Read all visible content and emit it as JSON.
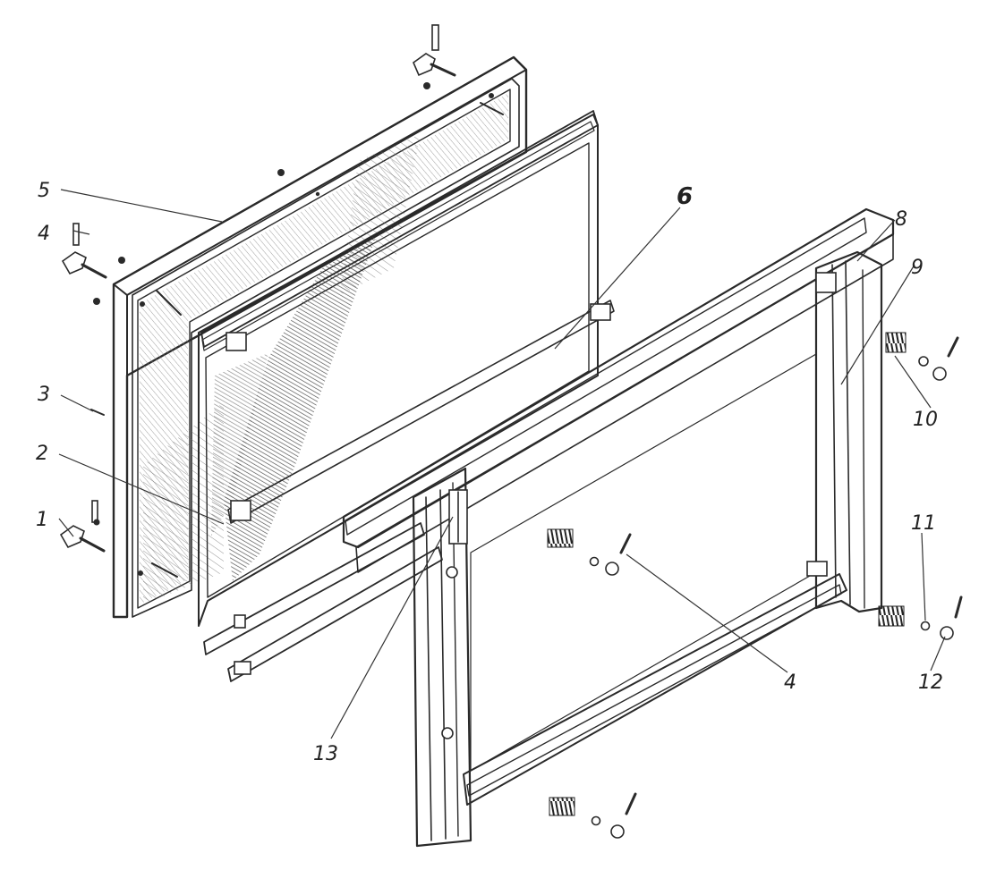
{
  "colors": {
    "ink": "#2a2a2a",
    "paper": "#ffffff"
  },
  "callouts": [
    {
      "id": "1",
      "label": "1"
    },
    {
      "id": "2",
      "label": "2"
    },
    {
      "id": "3",
      "label": "3"
    },
    {
      "id": "4a",
      "label": "4"
    },
    {
      "id": "5",
      "label": "5"
    },
    {
      "id": "6",
      "label": "6"
    },
    {
      "id": "8",
      "label": "8"
    },
    {
      "id": "9",
      "label": "9"
    },
    {
      "id": "10",
      "label": "10"
    },
    {
      "id": "11",
      "label": "11"
    },
    {
      "id": "4b",
      "label": "4"
    },
    {
      "id": "12",
      "label": "12"
    },
    {
      "id": "13",
      "label": "13"
    }
  ]
}
